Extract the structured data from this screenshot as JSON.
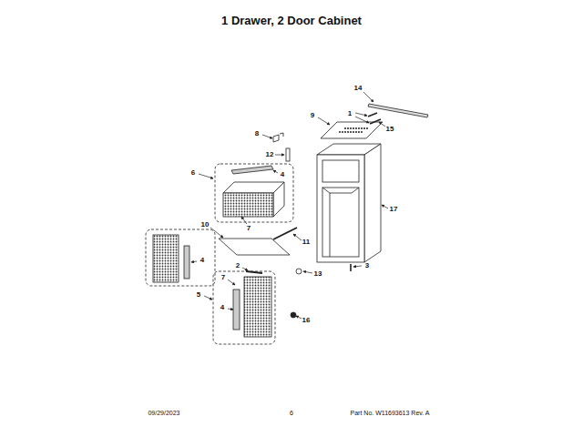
{
  "diagram": {
    "title": "1 Drawer, 2 Door Cabinet",
    "labels": [
      "14",
      "1",
      "9",
      "15",
      "8",
      "12",
      "6",
      "4",
      "17",
      "10",
      "7",
      "11",
      "4",
      "3",
      "2",
      "13",
      "7",
      "5",
      "4",
      "16",
      "09/29/2023",
      "6",
      "Part No. W11693613 Rev. A"
    ]
  }
}
